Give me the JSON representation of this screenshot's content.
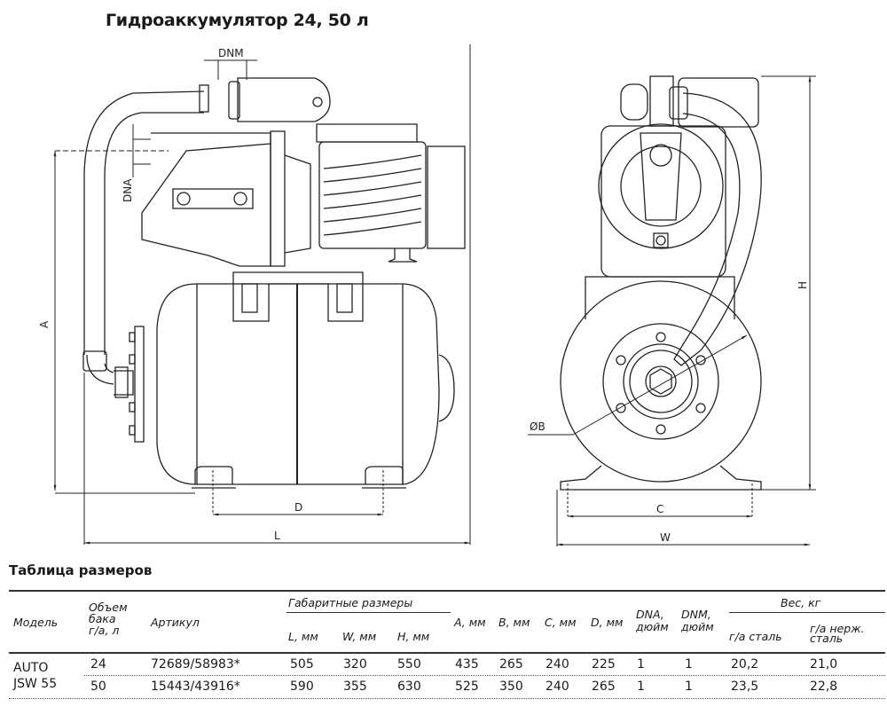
{
  "title": "Гидроаккумулятор 24, 50 л",
  "drawing": {
    "labels": {
      "dnm": "DNM",
      "dna": "DNA",
      "a": "A",
      "d": "D",
      "l": "L",
      "h": "H",
      "b": "ØB",
      "c": "C",
      "w": "W"
    }
  },
  "table": {
    "title": "Таблица размеров",
    "headers": {
      "model": "Модель",
      "tank_volume": [
        "Объем",
        "бака",
        "г/а, л"
      ],
      "article": "Артикул",
      "overall": "Габаритные размеры",
      "l": "L, мм",
      "w": "W, мм",
      "h": "H, мм",
      "a": "A, мм",
      "b": "B, мм",
      "c": "C, мм",
      "d": "D, мм",
      "dna": [
        "DNA,",
        "дюйм"
      ],
      "dnm": [
        "DNM,",
        "дюйм"
      ],
      "weight": "Вес, кг",
      "weight_steel": "г/а сталь",
      "weight_stainless": [
        "г/а нерж.",
        "сталь"
      ]
    },
    "model": [
      "AUTO",
      "JSW 55"
    ],
    "rows": [
      {
        "volume": "24",
        "article": "72689/58983*",
        "l": "505",
        "w": "320",
        "h": "550",
        "a": "435",
        "b": "265",
        "c": "240",
        "d": "225",
        "dna": "1",
        "dnm": "1",
        "weight_steel": "20,2",
        "weight_stainless": "21,0"
      },
      {
        "volume": "50",
        "article": "15443/43916*",
        "l": "590",
        "w": "355",
        "h": "630",
        "a": "525",
        "b": "350",
        "c": "240",
        "d": "265",
        "dna": "1",
        "dnm": "1",
        "weight_steel": "23,5",
        "weight_stainless": "22,8"
      }
    ]
  }
}
